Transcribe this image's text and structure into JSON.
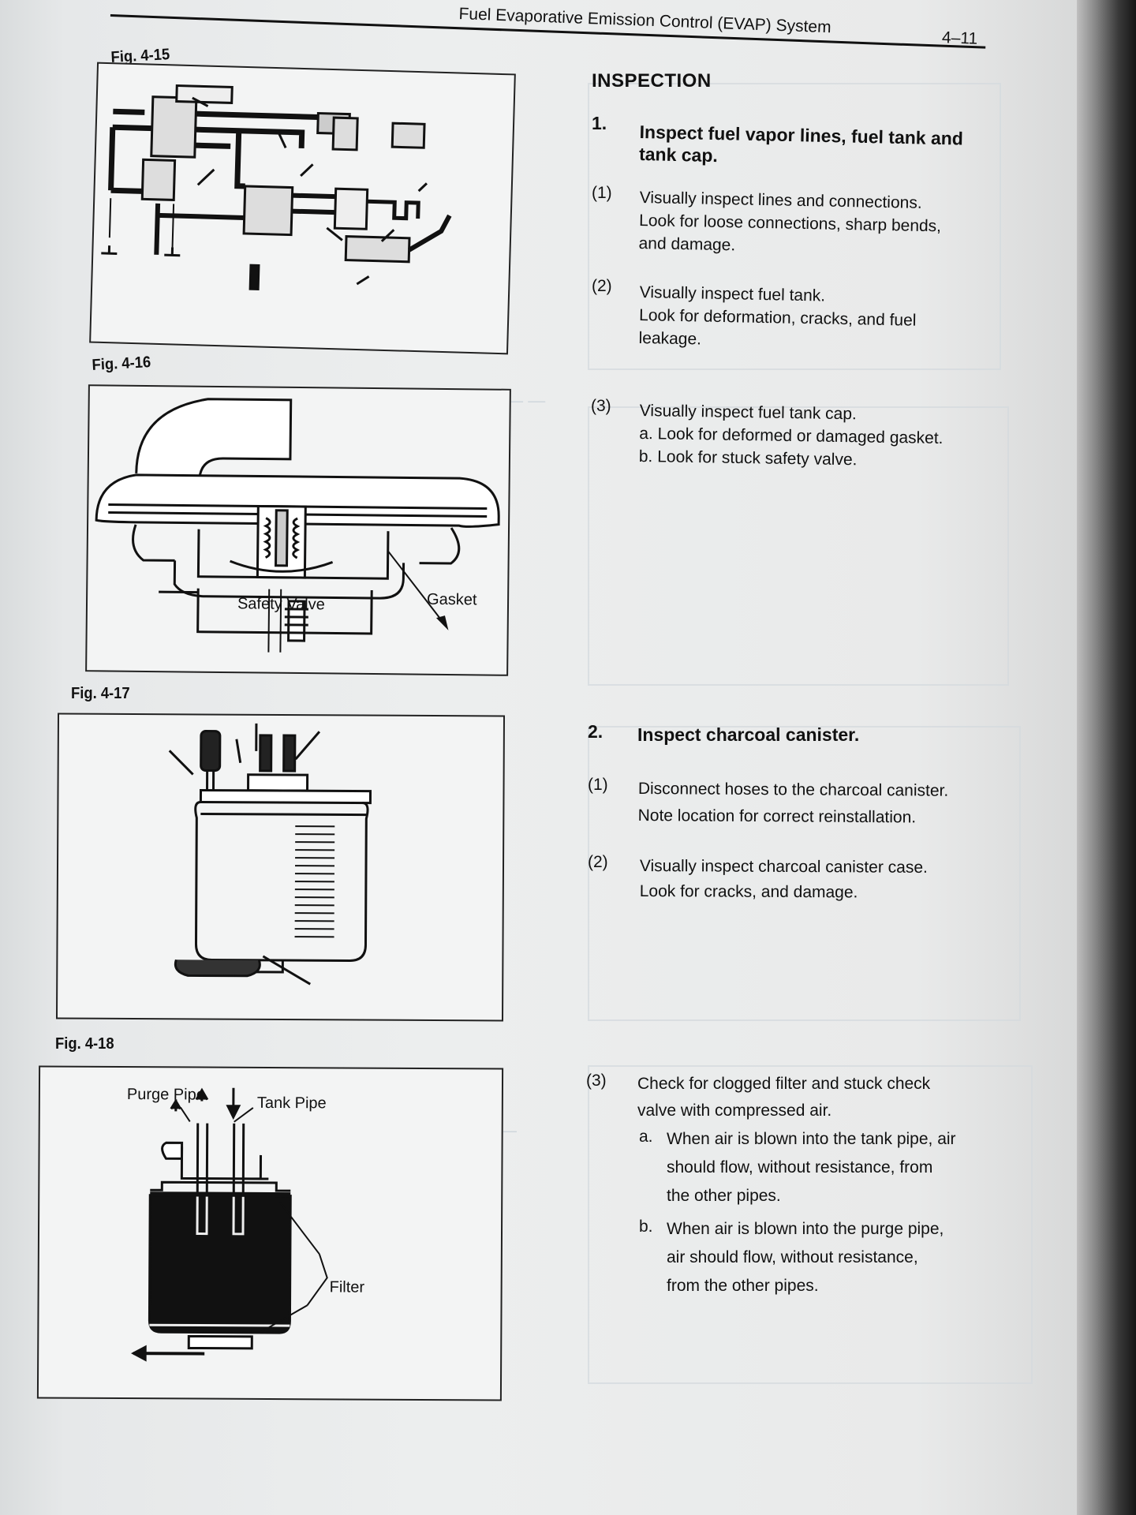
{
  "header": {
    "title": "Fuel Evaporative Emission Control (EVAP) System",
    "page_number": "4–11"
  },
  "figures": {
    "fig15": {
      "label": "Fig. 4-15"
    },
    "fig16": {
      "label": "Fig. 4-16",
      "callouts": {
        "safety_valve": "Safety Valve",
        "gasket": "Gasket"
      }
    },
    "fig17": {
      "label": "Fig. 4-17"
    },
    "fig18": {
      "label": "Fig. 4-18",
      "callouts": {
        "purge_pipe": "Purge Pipe",
        "tank_pipe": "Tank Pipe",
        "filter": "Filter"
      }
    }
  },
  "inspection": {
    "heading": "INSPECTION",
    "step1": {
      "number": "1.",
      "title": "Inspect fuel vapor lines, fuel tank and tank cap.",
      "sub1": {
        "number": "(1)",
        "lines": [
          "Visually inspect lines and connections.",
          "Look for loose connections, sharp bends,",
          "and damage."
        ]
      },
      "sub2": {
        "number": "(2)",
        "lines": [
          "Visually inspect fuel tank.",
          "Look for deformation, cracks, and fuel",
          "leakage."
        ]
      },
      "sub3": {
        "number": "(3)",
        "lines": [
          "Visually inspect fuel tank cap.",
          "a.  Look for deformed or damaged gasket.",
          "b.  Look for stuck safety valve."
        ]
      }
    },
    "step2": {
      "number": "2.",
      "title": "Inspect charcoal canister.",
      "sub1": {
        "number": "(1)",
        "lines": [
          "Disconnect hoses to the charcoal canister.",
          "Note location for correct reinstallation."
        ]
      },
      "sub2": {
        "number": "(2)",
        "lines": [
          "Visually inspect charcoal canister case.",
          "Look for cracks, and damage."
        ]
      },
      "sub3": {
        "number": "(3)",
        "lines": [
          "Check for clogged filter and stuck check",
          "valve with compressed air."
        ],
        "a": {
          "marker": "a.",
          "lines": [
            "When air is blown into the tank pipe, air",
            "should flow, without resistance, from",
            "the other pipes."
          ]
        },
        "b": {
          "marker": "b.",
          "lines": [
            "When air is blown into the purge pipe,",
            "air should flow, without resistance,",
            "from the other pipes."
          ]
        }
      }
    }
  },
  "colors": {
    "paper": "#eceeee",
    "ink": "#111111",
    "show_through": "#b9c4cf"
  }
}
